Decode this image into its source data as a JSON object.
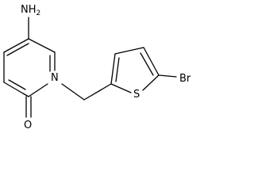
{
  "molecule": {
    "atom_labels": {
      "amine_n": "NH",
      "amine_h_count": "2",
      "ring_n": "N",
      "carbonyl_o": "O",
      "thiophene_s": "S",
      "bromine": "Br"
    }
  }
}
